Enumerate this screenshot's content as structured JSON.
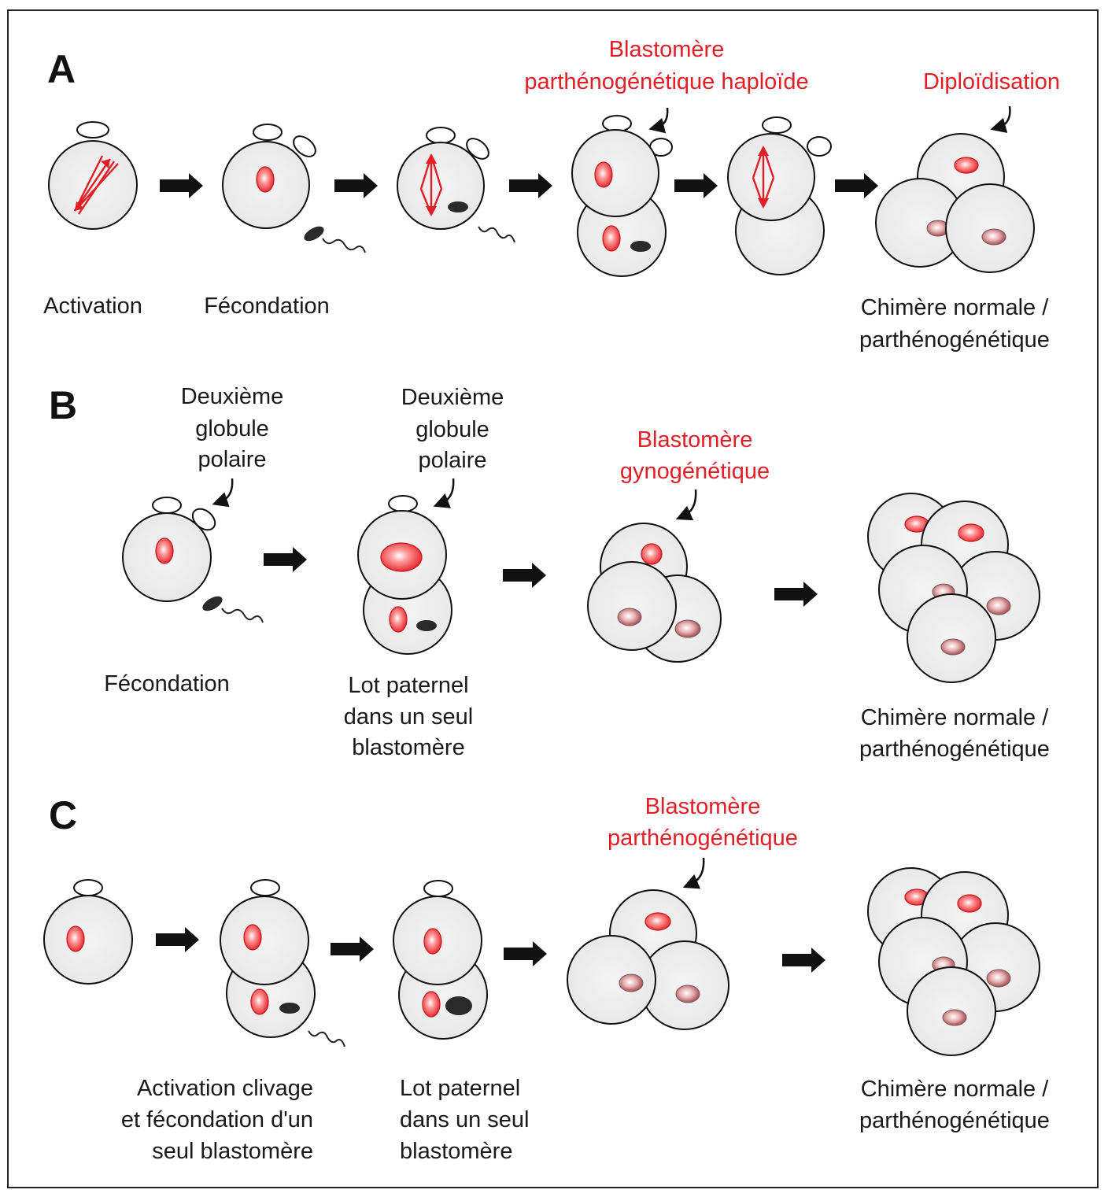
{
  "panels": [
    {
      "letter": "A",
      "labels": {
        "activation": "Activation",
        "fecondation": "Fécondation",
        "blasto_l1": "Blastomère",
        "blasto_l2": "parthénogénétique haploïde",
        "diplo": "Diploïdisation",
        "chimere_l1": "Chimère normale /",
        "chimere_l2": "parthénogénétique"
      }
    },
    {
      "letter": "B",
      "labels": {
        "pb1_l1": "Deuxième",
        "pb1_l2": "globule",
        "pb1_l3": "polaire",
        "pb2_l1": "Deuxième",
        "pb2_l2": "globule",
        "pb2_l3": "polaire",
        "gyno_l1": "Blastomère",
        "gyno_l2": "gynogénétique",
        "fecondation": "Fécondation",
        "lot_l1": "Lot paternel",
        "lot_l2": "dans un seul",
        "lot_l3": "blastomère",
        "chimere_l1": "Chimère normale /",
        "chimere_l2": "parthénogénétique"
      }
    },
    {
      "letter": "C",
      "labels": {
        "blasto_l1": "Blastomère",
        "blasto_l2": "parthénogénétique",
        "act_l1": "Activation clivage",
        "act_l2": "et fécondation d'un",
        "act_l3": "seul blastomère",
        "lot_l1": "Lot paternel",
        "lot_l2": "dans un seul",
        "lot_l3": "blastomère",
        "chimere_l1": "Chimère normale /",
        "chimere_l2": "parthénogénétique"
      }
    }
  ],
  "colors": {
    "accent_red": "#e21e26",
    "cell_fill": "#eeeeee",
    "outline": "#111111"
  }
}
